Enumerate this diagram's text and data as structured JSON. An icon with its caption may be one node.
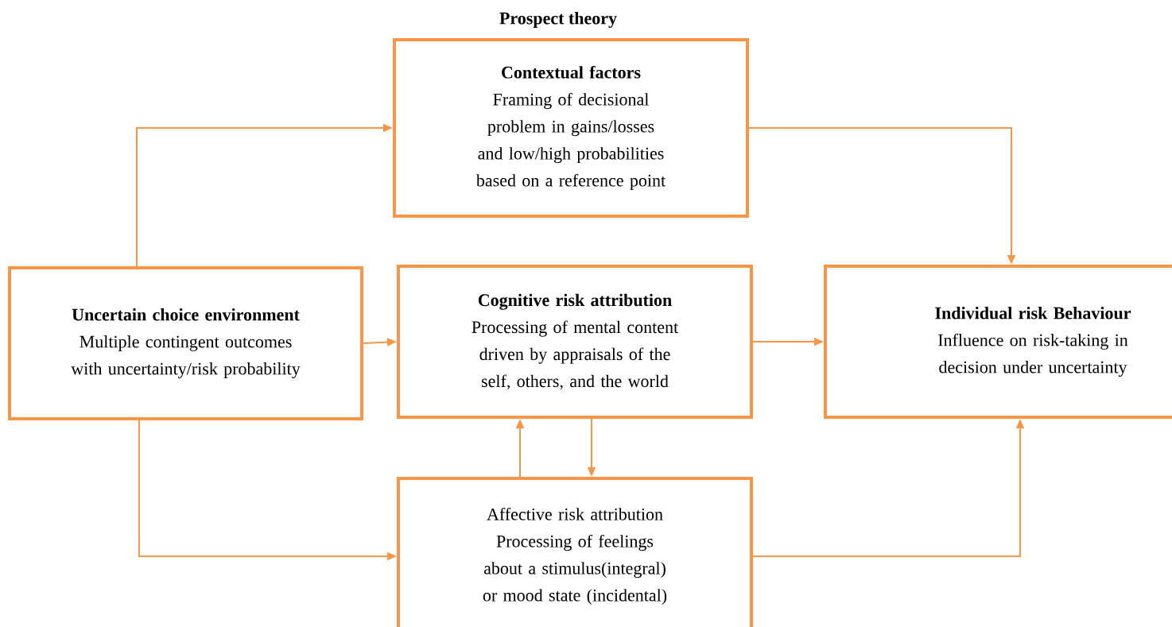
{
  "diagram": {
    "title": "Prospect theory",
    "nodes": [
      {
        "text": [
          "Uncertain choice environment",
          "Multiple contingent outcomes with uncertainty/risk probability"
        ]
      },
      {
        "text": [
          "Contextual factors",
          "Framing of decisional problem in gains/losses and low/high probabilities based on a reference point"
        ]
      },
      {
        "text": [
          "Cognitive risk attribution",
          "Processing of mental content driven by appraisals of the self, others, and the world"
        ]
      },
      {
        "text": [
          "Individual risk Behaviour",
          "Influence on risk-taking in decision under uncertainty"
        ]
      },
      {
        "text": [
          "Affective risk attribution",
          "Processing of feelings about a stimulus(integral) or mood state (incidental)"
        ]
      }
    ],
    "edges": [
      {
        "from": 0,
        "to": 1,
        "arrow": "to"
      },
      {
        "from": 1,
        "to": 3,
        "arrow": "to"
      },
      {
        "from": 0,
        "to": 2,
        "arrow": "to"
      },
      {
        "from": 2,
        "to": 3,
        "arrow": "to"
      },
      {
        "from": 4,
        "to": 2,
        "arrow": "to"
      },
      {
        "from": 2,
        "to": 4,
        "arrow": "to"
      },
      {
        "from": 0,
        "to": 4,
        "arrow": "to"
      },
      {
        "from": 4,
        "to": 3,
        "arrow": "to"
      }
    ]
  }
}
